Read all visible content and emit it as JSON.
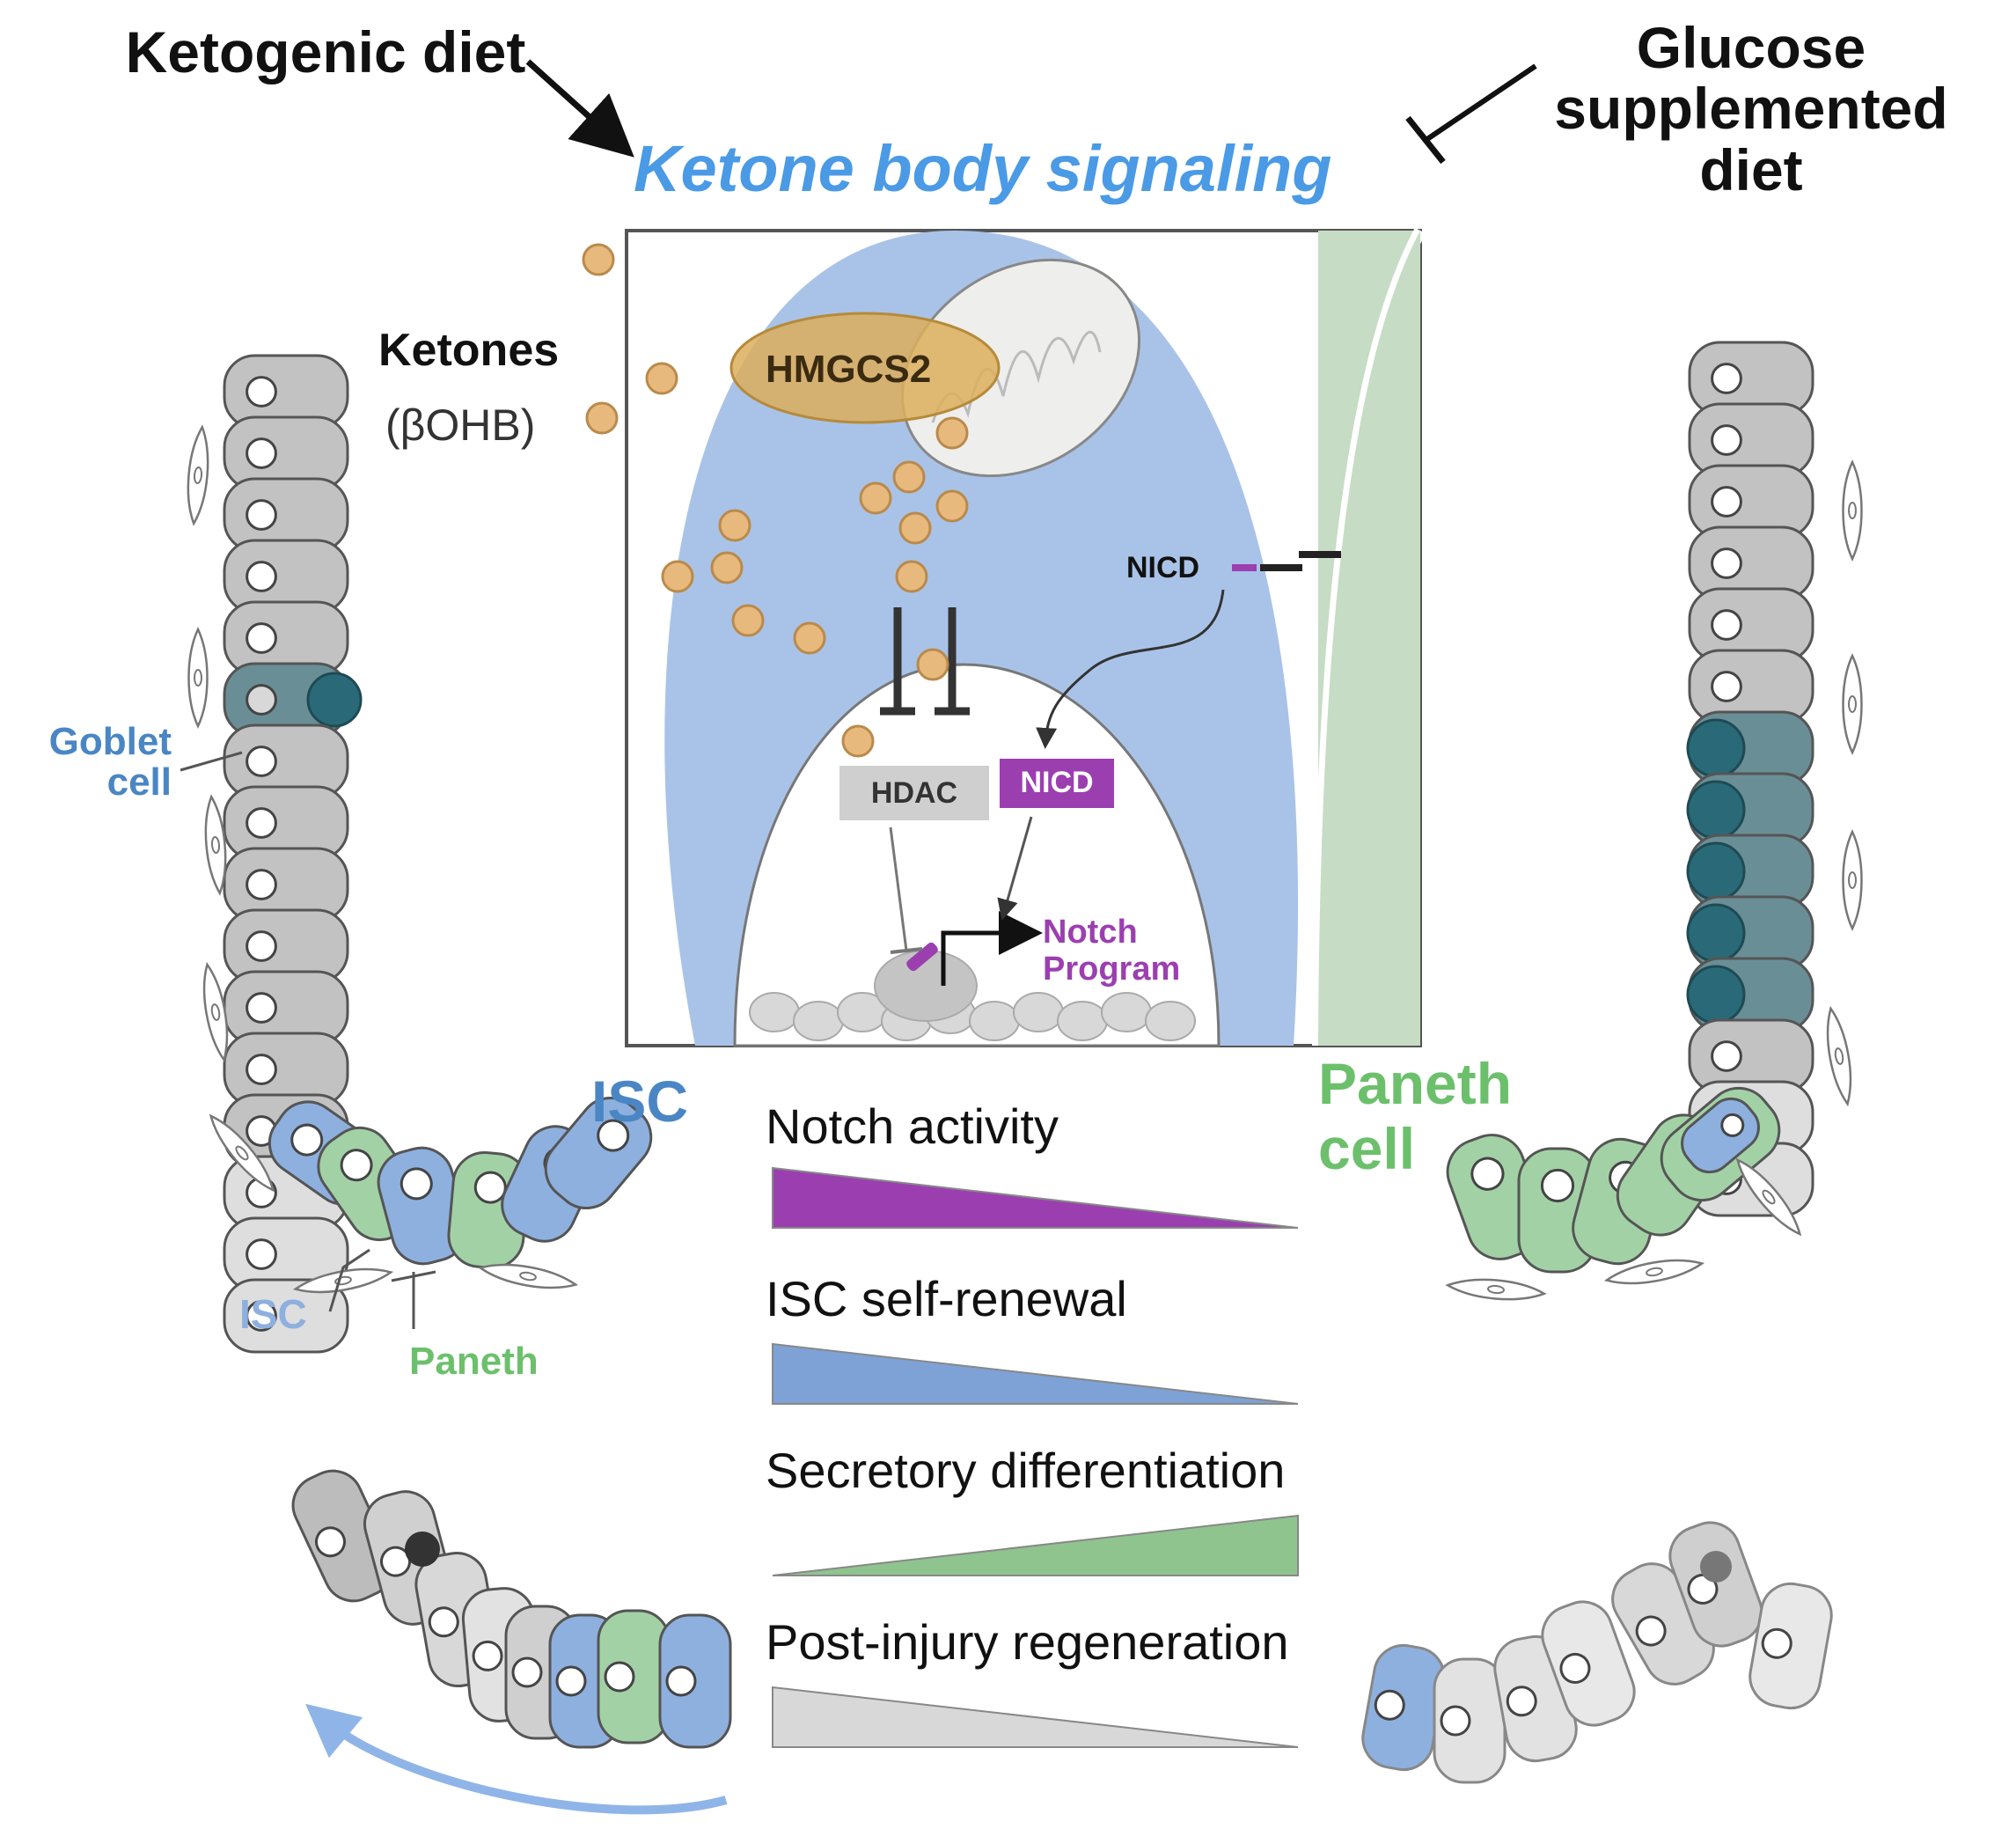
{
  "header": {
    "left_input": "Ketogenic diet",
    "right_input": "Glucose supplemented diet",
    "center_title": "Ketone body signaling"
  },
  "inset": {
    "ketones": "Ketones",
    "ketones_sub": "(βOHB)",
    "enzyme": "HMGCS2",
    "nicd_membrane": "NICD",
    "hdac": "HDAC",
    "nicd_nuclear": "NICD",
    "program_line1": "Notch",
    "program_line2": "Program"
  },
  "crypt_labels": {
    "goblet": "Goblet cell",
    "isc_big": "ISC",
    "isc_small": "ISC",
    "paneth_small": "Paneth",
    "paneth_big": "Paneth cell"
  },
  "readouts": [
    {
      "label": "Notch activity",
      "direction": "decreasing",
      "color": "#9b3fb0"
    },
    {
      "label": "ISC self-renewal",
      "direction": "decreasing",
      "color": "#7ea2d6"
    },
    {
      "label": "Secretory differentiation",
      "direction": "increasing",
      "color": "#8fc48f"
    },
    {
      "label": "Post-injury regeneration",
      "direction": "decreasing",
      "color": "#d8d8d8"
    }
  ],
  "colors": {
    "title_blue": "#4a9ae6",
    "cytoplasm_blue": "#a9c3e8",
    "mito_fill": "#eeeeec",
    "enzyme_fill": "#dcae5c",
    "ketone_fill": "#e8b97c",
    "notch_purple": "#9b3fb0",
    "hdac_grey": "#cfcfcf",
    "paneth_green": "#a3d1a6",
    "isc_blue": "#8eb0df",
    "goblet_teal": "#2a6a78",
    "neighbor_green": "#c6dcc4",
    "label_green": "#6cc06c",
    "label_blue": "#4a86c4"
  }
}
